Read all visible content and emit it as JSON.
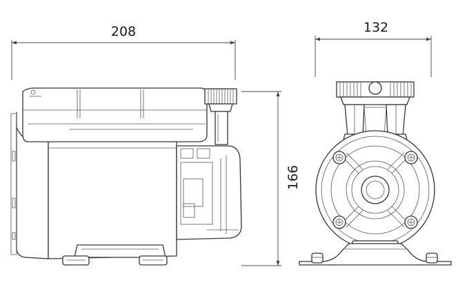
{
  "dimensions": {
    "side_width": "208",
    "front_width": "132",
    "height": "166"
  }
}
